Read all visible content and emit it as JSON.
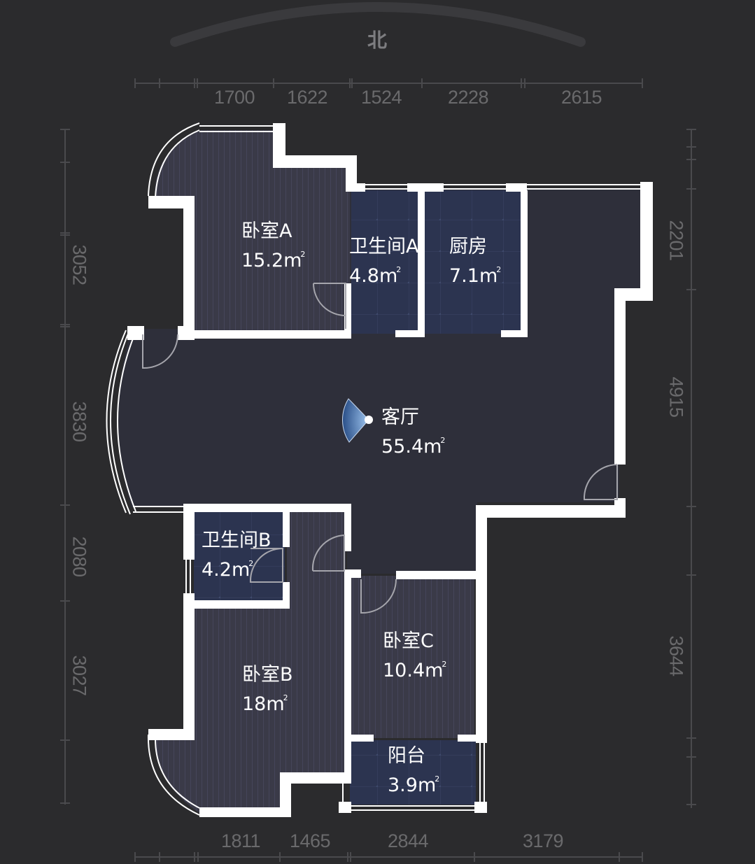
{
  "plan": {
    "compass": {
      "north_label": "北"
    },
    "dimensions": {
      "top": [
        "1700",
        "1622",
        "1524",
        "2228",
        "2615"
      ],
      "bottom": [
        "1811",
        "1465",
        "2844",
        "3179"
      ],
      "left": [
        "3052",
        "3830",
        "2080",
        "3027"
      ],
      "right": [
        "2201",
        "4915",
        "3644"
      ]
    },
    "rooms": [
      {
        "id": "bedroom-a",
        "name": "卧室A",
        "area": "15.2m",
        "unit_sup": "2"
      },
      {
        "id": "bathroom-a",
        "name": "卫生间A",
        "area": "4.8m",
        "unit_sup": "2"
      },
      {
        "id": "kitchen",
        "name": "厨房",
        "area": "7.1m",
        "unit_sup": "2"
      },
      {
        "id": "living-room",
        "name": "客厅",
        "area": "55.4m",
        "unit_sup": "2"
      },
      {
        "id": "bathroom-b",
        "name": "卫生间B",
        "area": "4.2m",
        "unit_sup": "2"
      },
      {
        "id": "bedroom-b",
        "name": "卧室B",
        "area": "18m",
        "unit_sup": "2"
      },
      {
        "id": "bedroom-c",
        "name": "卧室C",
        "area": "10.4m",
        "unit_sup": "2"
      },
      {
        "id": "balcony",
        "name": "阳台",
        "area": "3.9m",
        "unit_sup": "2"
      }
    ],
    "colors": {
      "background": "#2b2b2d",
      "living_fill": "#2e2f3a",
      "bedroom_fill": "#3a3a48",
      "wet_fill": "#2c3450",
      "wall": "#ffffff",
      "dim_text": "#6a6a6c",
      "viewpoint": "#4a78b8"
    }
  }
}
